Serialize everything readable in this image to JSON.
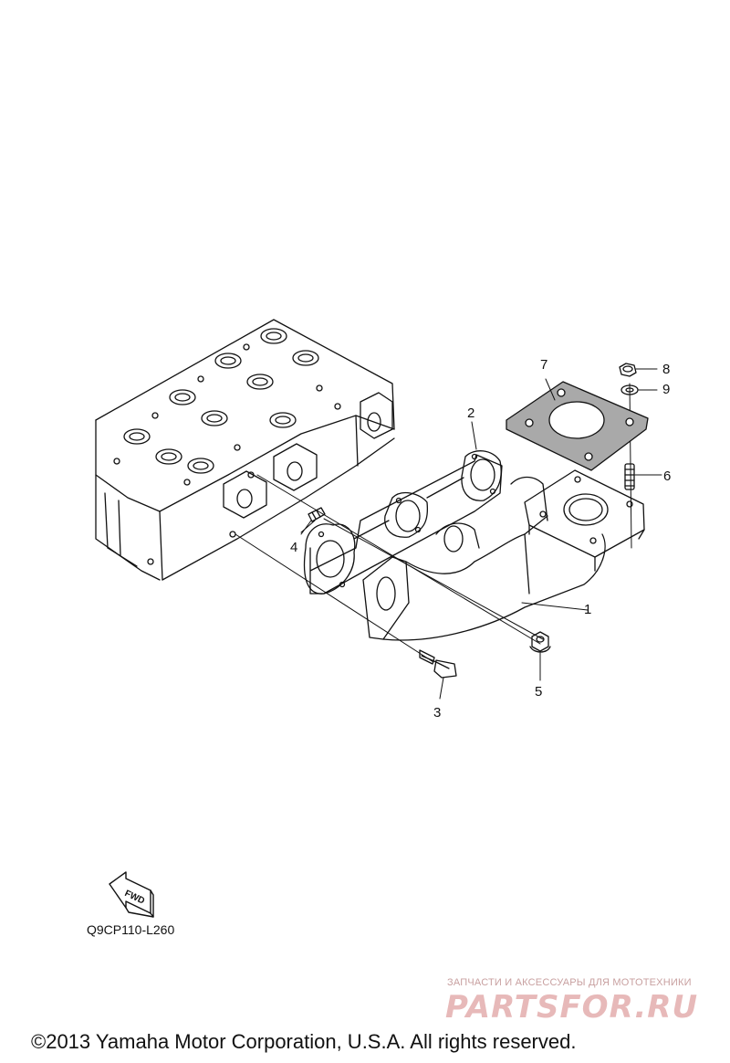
{
  "callouts": {
    "c1": "1",
    "c2": "2",
    "c3": "3",
    "c4": "4",
    "c5": "5",
    "c6": "6",
    "c7": "7",
    "c8": "8",
    "c9": "9"
  },
  "fwd_label": "FWD",
  "figure_code": "Q9CP110-L260",
  "watermark": {
    "subtitle": "ЗАПЧАСТИ И АКСЕССУАРЫ ДЛЯ МОТОТЕХНИКИ",
    "logo_text": "PARTSFOR.RU"
  },
  "copyright": "©2013 Yamaha Motor Corporation, U.S.A. All rights reserved.",
  "colors": {
    "line": "#111111",
    "gasket_fill": "#a9a9a9",
    "watermark": "#e7b9b9"
  }
}
